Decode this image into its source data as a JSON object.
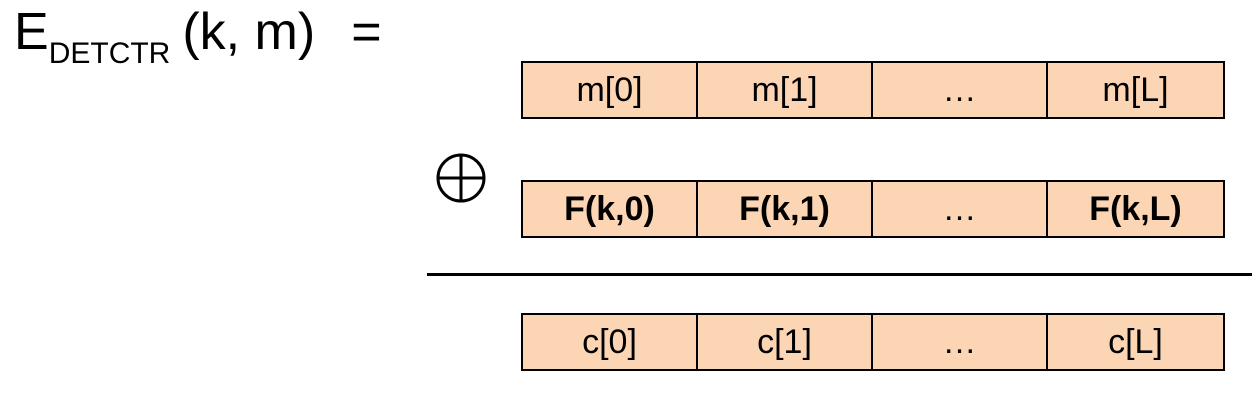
{
  "formula": {
    "main": "E",
    "subscript": "DETCTR",
    "args": "(k, m)",
    "equals": "="
  },
  "operator": {
    "symbol": "xor-circled-plus-icon"
  },
  "rows": {
    "message": [
      "m[0]",
      "m[1]",
      "…",
      "m[L]"
    ],
    "keystream": [
      "F(k,0)",
      "F(k,1)",
      "…",
      "F(k,L)"
    ],
    "ciphertext": [
      "c[0]",
      "c[1]",
      "…",
      "c[L]"
    ]
  },
  "colors": {
    "cell_fill": "#fcd5b4",
    "border": "#000000"
  }
}
